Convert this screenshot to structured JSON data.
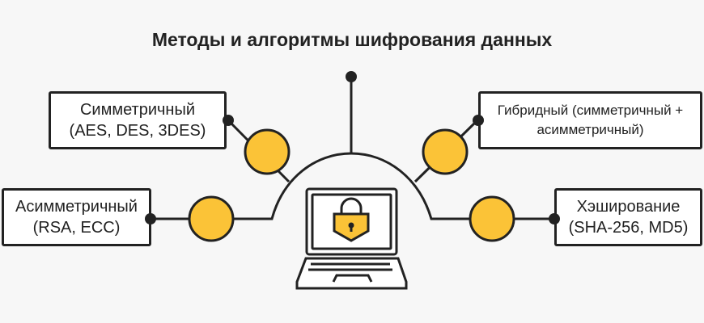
{
  "title": "Методы и алгоритмы шифрования данных",
  "nodes": {
    "symmetric": {
      "line1": "Симметричный",
      "line2": "(AES, DES, 3DES)"
    },
    "asymmetric": {
      "line1": "Асимметричный",
      "line2": "(RSA, ECC)"
    },
    "hybrid": {
      "line1": "Гибридный (симметричный +",
      "line2": "асимметричный)"
    },
    "hashing": {
      "line1": "Хэширование",
      "line2": "(SHA-256, MD5)"
    }
  },
  "colors": {
    "accent": "#fbc337",
    "stroke": "#222222",
    "background": "#f7f7f7"
  },
  "icons": [
    "laptop-icon",
    "padlock-icon"
  ]
}
